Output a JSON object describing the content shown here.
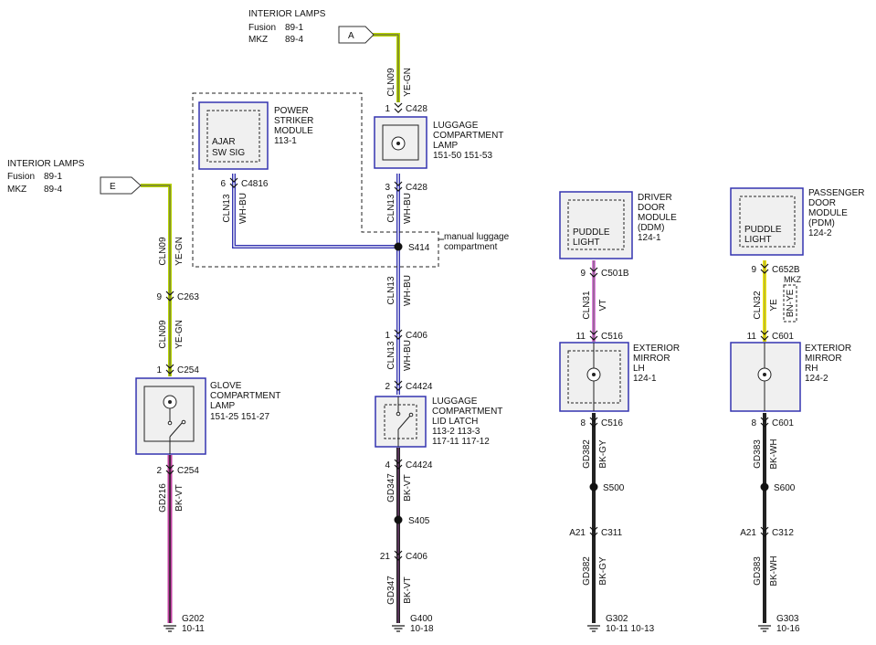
{
  "offpage": {
    "a": {
      "letter": "A",
      "title": "INTERIOR LAMPS",
      "line1_model": "Fusion",
      "line1_ref": "89-1",
      "line2_model": "MKZ",
      "line2_ref": "89-4"
    },
    "e": {
      "letter": "E",
      "title": "INTERIOR LAMPS",
      "line1_model": "Fusion",
      "line1_ref": "89-1",
      "line2_model": "MKZ",
      "line2_ref": "89-4"
    }
  },
  "components": {
    "power_striker": {
      "line1": "POWER",
      "line2": "STRIKER",
      "line3": "MODULE",
      "ref": "113-1",
      "inner1": "AJAR",
      "inner2": "SW SIG"
    },
    "luggage_lamp": {
      "line1": "LUGGAGE",
      "line2": "COMPARTMENT",
      "line3": "LAMP",
      "ref": "151-50  151-53"
    },
    "glove_lamp": {
      "line1": "GLOVE",
      "line2": "COMPARTMENT",
      "line3": "LAMP",
      "ref": "151-25  151-27"
    },
    "lid_latch": {
      "line1": "LUGGAGE",
      "line2": "COMPARTMENT",
      "line3": "LID LATCH",
      "ref1": "113-2    113-3",
      "ref2": "117-11    117-12"
    },
    "ddm": {
      "line1": "DRIVER",
      "line2": "DOOR",
      "line3": "MODULE",
      "line4": "(DDM)",
      "ref": "124-1",
      "inner1": "PUDDLE",
      "inner2": "LIGHT"
    },
    "pdm": {
      "line1": "PASSENGER",
      "line2": "DOOR",
      "line3": "MODULE",
      "line4": "(PDM)",
      "ref": "124-2",
      "inner1": "PUDDLE",
      "inner2": "LIGHT"
    },
    "mirror_lh": {
      "line1": "EXTERIOR",
      "line2": "MIRROR",
      "line3": "LH",
      "ref": "124-1"
    },
    "mirror_rh": {
      "line1": "EXTERIOR",
      "line2": "MIRROR",
      "line3": "RH",
      "ref": "124-2"
    }
  },
  "region_label": {
    "line1": "manual luggage",
    "line2": "compartment"
  },
  "connectors": {
    "c428_top": {
      "pin": "1",
      "name": "C428"
    },
    "c428_bot": {
      "pin": "3",
      "name": "C428"
    },
    "c4816": {
      "pin": "6",
      "name": "C4816"
    },
    "c263": {
      "pin": "9",
      "name": "C263"
    },
    "c254_top": {
      "pin": "1",
      "name": "C254"
    },
    "c254_bot": {
      "pin": "2",
      "name": "C254"
    },
    "c406_top": {
      "pin": "1",
      "name": "C406"
    },
    "c4424_top": {
      "pin": "2",
      "name": "C4424"
    },
    "c4424_bot": {
      "pin": "4",
      "name": "C4424"
    },
    "c406_bot": {
      "pin": "21",
      "name": "C406"
    },
    "c501b": {
      "pin": "9",
      "name": "C501B"
    },
    "c516_top": {
      "pin": "11",
      "name": "C516"
    },
    "c516_bot": {
      "pin": "8",
      "name": "C516"
    },
    "c311": {
      "pin": "A21",
      "name": "C311"
    },
    "c652b": {
      "pin": "9",
      "name": "C652B"
    },
    "c601_top": {
      "pin": "11",
      "name": "C601"
    },
    "c601_bot": {
      "pin": "8",
      "name": "C601"
    },
    "c312": {
      "pin": "A21",
      "name": "C312"
    }
  },
  "splices": {
    "s414": "S414",
    "s405": "S405",
    "s500": "S500",
    "s600": "S600"
  },
  "grounds": {
    "g202": {
      "name": "G202",
      "ref": "10-11"
    },
    "g400": {
      "name": "G400",
      "ref": "10-18"
    },
    "g302": {
      "name": "G302",
      "ref": "10-11   10-13"
    },
    "g303": {
      "name": "G303",
      "ref": "10-16"
    }
  },
  "wires": {
    "cln09_a": {
      "circuit": "CLN09",
      "color": "YE-GN"
    },
    "cln09_e": {
      "circuit": "CLN09",
      "color": "YE-GN"
    },
    "cln09_e2": {
      "circuit": "CLN09",
      "color": "YE-GN"
    },
    "cln13_ps": {
      "circuit": "CLN13",
      "color": "WH-BU"
    },
    "cln13_ll": {
      "circuit": "CLN13",
      "color": "WH-BU"
    },
    "cln13_m1": {
      "circuit": "CLN13",
      "color": "WH-BU"
    },
    "cln13_m2": {
      "circuit": "CLN13",
      "color": "WH-BU"
    },
    "gd216": {
      "circuit": "GD216",
      "color": "BK-VT"
    },
    "gd347_a": {
      "circuit": "GD347",
      "color": "BK-VT"
    },
    "gd347_b": {
      "circuit": "GD347",
      "color": "BK-VT"
    },
    "cln31": {
      "circuit": "CLN31",
      "color": "VT"
    },
    "gd382_a": {
      "circuit": "GD382",
      "color": "BK-GY"
    },
    "gd382_b": {
      "circuit": "GD382",
      "color": "BK-GY"
    },
    "cln32": {
      "circuit": "CLN32",
      "color": "YE",
      "alt_color": "BN-YE",
      "alt_note": "MKZ"
    },
    "gd383_a": {
      "circuit": "GD383",
      "color": "BK-WH"
    },
    "gd383_b": {
      "circuit": "GD383",
      "color": "BK-WH"
    }
  },
  "colors": {
    "yellow_green": "#b8d400",
    "yellow": "#f2ea00",
    "violet": "#e07fe0",
    "magenta": "#c040a0",
    "box_border": "#3434b0",
    "box_fill": "#f0f0f0"
  }
}
